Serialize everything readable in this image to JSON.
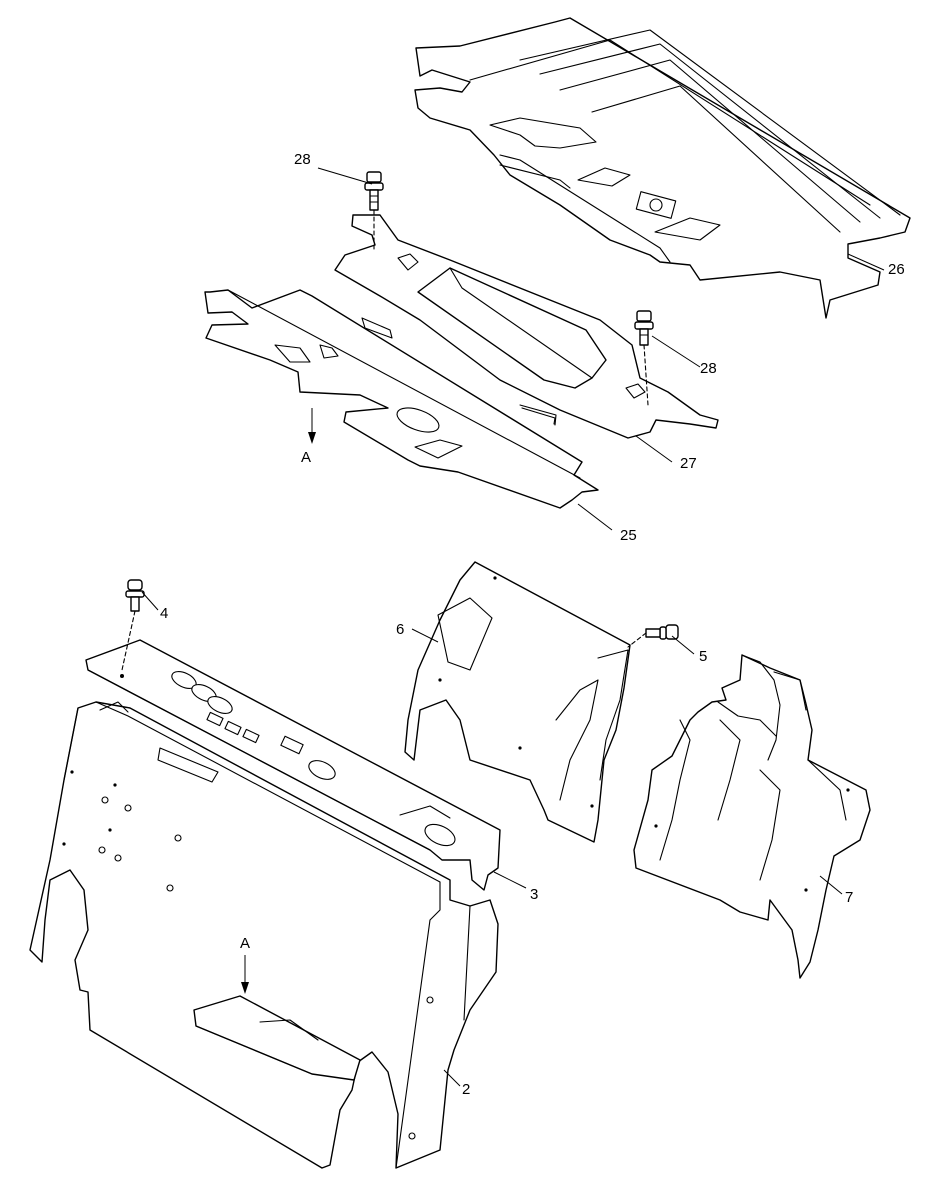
{
  "callouts": {
    "c26": "26",
    "c28_top": "28",
    "c28_right": "28",
    "c27": "27",
    "c25": "25",
    "c4": "4",
    "c6": "6",
    "c5": "5",
    "c3": "3",
    "c7": "7",
    "c2": "2",
    "view_a_top": "A",
    "view_a_bottom": "A"
  },
  "colors": {
    "line": "#000000",
    "background": "#ffffff"
  }
}
